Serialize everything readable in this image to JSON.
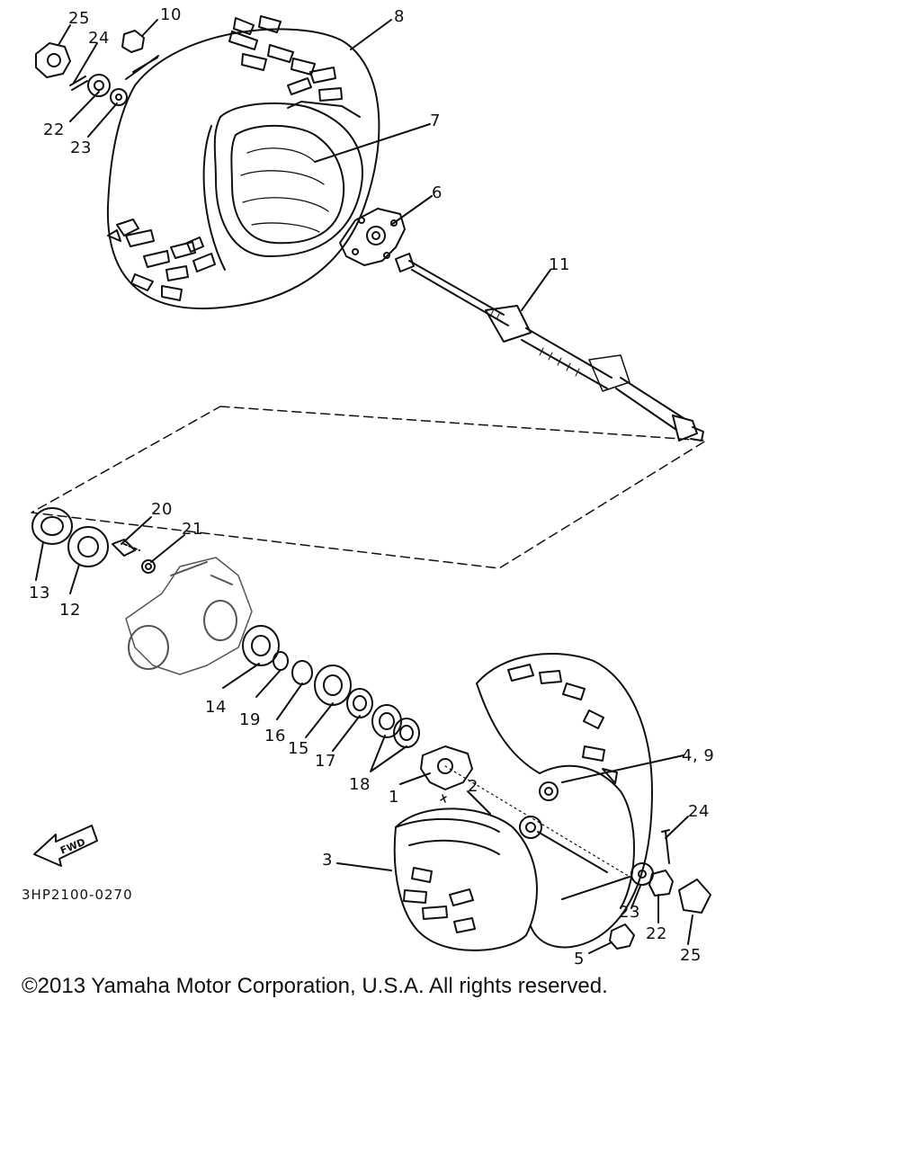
{
  "diagram": {
    "part_numbers": [
      {
        "id": "25",
        "label": "25"
      },
      {
        "id": "10",
        "label": "10"
      },
      {
        "id": "8",
        "label": "8"
      },
      {
        "id": "24",
        "label": "24"
      },
      {
        "id": "22",
        "label": "22"
      },
      {
        "id": "23",
        "label": "23"
      },
      {
        "id": "7",
        "label": "7"
      },
      {
        "id": "6",
        "label": "6"
      },
      {
        "id": "11",
        "label": "11"
      },
      {
        "id": "20",
        "label": "20"
      },
      {
        "id": "21",
        "label": "21"
      },
      {
        "id": "13",
        "label": "13"
      },
      {
        "id": "12",
        "label": "12"
      },
      {
        "id": "14",
        "label": "14"
      },
      {
        "id": "19",
        "label": "19"
      },
      {
        "id": "16",
        "label": "16"
      },
      {
        "id": "15",
        "label": "15"
      },
      {
        "id": "17",
        "label": "17"
      },
      {
        "id": "18",
        "label": "18"
      },
      {
        "id": "1",
        "label": "1"
      },
      {
        "id": "2",
        "label": "2"
      },
      {
        "id": "4-9",
        "label": "4, 9"
      },
      {
        "id": "24b",
        "label": "24"
      },
      {
        "id": "3",
        "label": "3"
      },
      {
        "id": "23b",
        "label": "23"
      },
      {
        "id": "22b",
        "label": "22"
      },
      {
        "id": "25b",
        "label": "25"
      },
      {
        "id": "5",
        "label": "5"
      }
    ],
    "direction_label": "FWD",
    "drawing_code": "3HP2100-0270",
    "copyright": "©2013 Yamaha Motor Corporation, U.S.A. All rights reserved."
  }
}
